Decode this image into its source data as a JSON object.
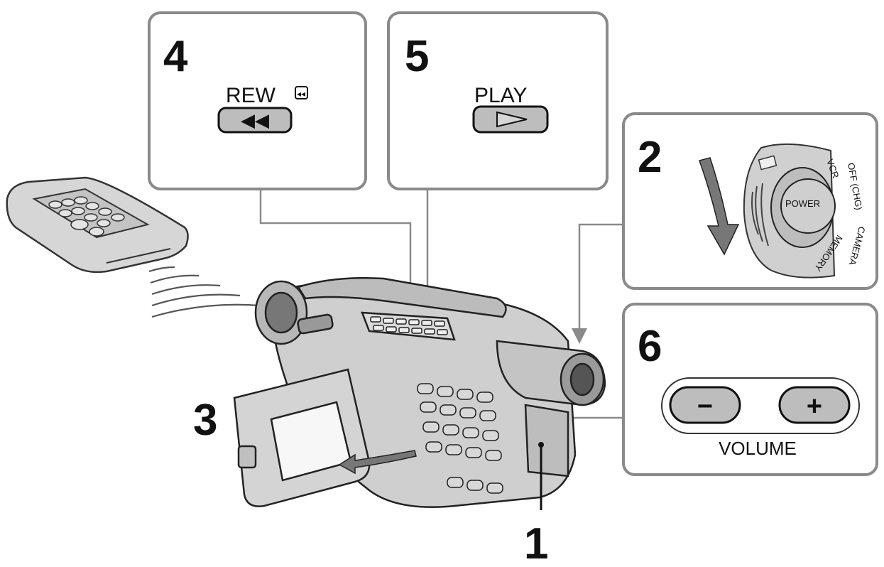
{
  "steps": {
    "s1": "1",
    "s2": "2",
    "s3": "3",
    "s4": "4",
    "s5": "5",
    "s6": "6"
  },
  "panels": {
    "rew": {
      "label": "REW",
      "glyph": "◀◀",
      "indicator_glyph": "◂◂"
    },
    "play": {
      "label": "PLAY",
      "glyph": "▷"
    },
    "power": {
      "button_label": "POWER",
      "positions": [
        "VCR",
        "OFF (CHG)",
        "CAMERA",
        "MEMORY"
      ]
    },
    "volume": {
      "label": "VOLUME",
      "minus": "−",
      "plus": "+"
    }
  },
  "colors": {
    "frame": "#8a8a8a",
    "button_fill": "#bdbdbd",
    "device_fill": "#cfcfcf",
    "device_dark": "#9a9a9a",
    "ink": "#111111"
  },
  "icons": [
    "remote-control-icon",
    "camcorder-icon",
    "signal-waves-icon",
    "rotate-arrow-icon",
    "open-arrow-icon"
  ]
}
